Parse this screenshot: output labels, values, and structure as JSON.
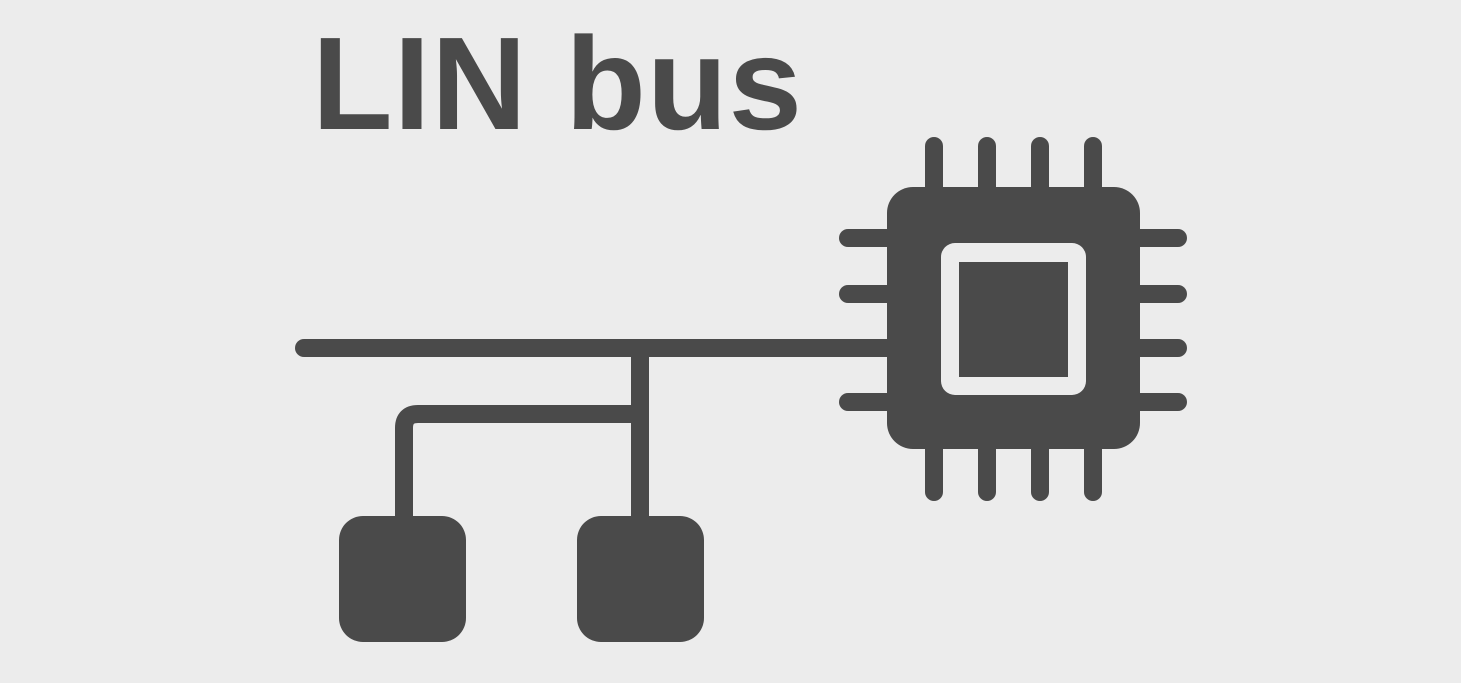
{
  "title": "LIN bus",
  "colors": {
    "background": "#ececec",
    "ink": "#4a4a4a",
    "chip_window": "#ececec"
  },
  "diagram": {
    "elements": [
      {
        "name": "bus-line",
        "kind": "line"
      },
      {
        "name": "master-chip-icon",
        "kind": "microcontroller",
        "pins_per_side": 4
      },
      {
        "name": "slave-node-1",
        "kind": "node"
      },
      {
        "name": "slave-node-2",
        "kind": "node"
      }
    ]
  }
}
